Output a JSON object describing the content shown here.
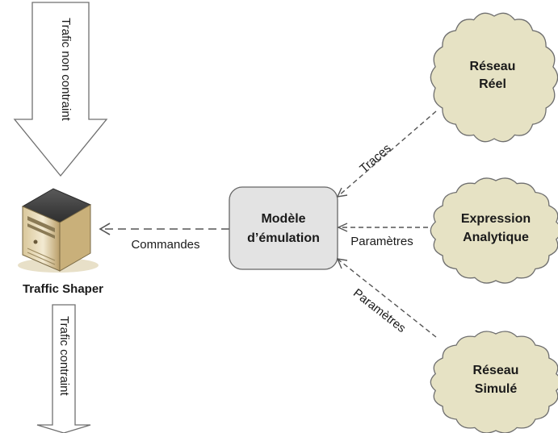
{
  "traffic_in": {
    "label": "Trafic non contraint"
  },
  "traffic_out": {
    "label": "Trafic contraint"
  },
  "shaper": {
    "label": "Traffic Shaper",
    "icon": "server-icon"
  },
  "commands": {
    "label": "Commandes"
  },
  "model": {
    "line1": "Modèle",
    "line2": "d’émulation"
  },
  "sources": {
    "real": {
      "line1": "Réseau",
      "line2": "Réel"
    },
    "analytic": {
      "line1": "Expression",
      "line2": "Analytique"
    },
    "simulated": {
      "line1": "Réseau",
      "line2": "Simulé"
    }
  },
  "links": {
    "traces": "Traces",
    "params_analytic": "Paramètres",
    "params_simulated": "Paramètres"
  },
  "colors": {
    "cloud_fill": "#e6e2c4",
    "cloud_stroke": "#6f6f6f",
    "model_fill": "#e3e3e3",
    "arrow_stroke": "#555555"
  }
}
